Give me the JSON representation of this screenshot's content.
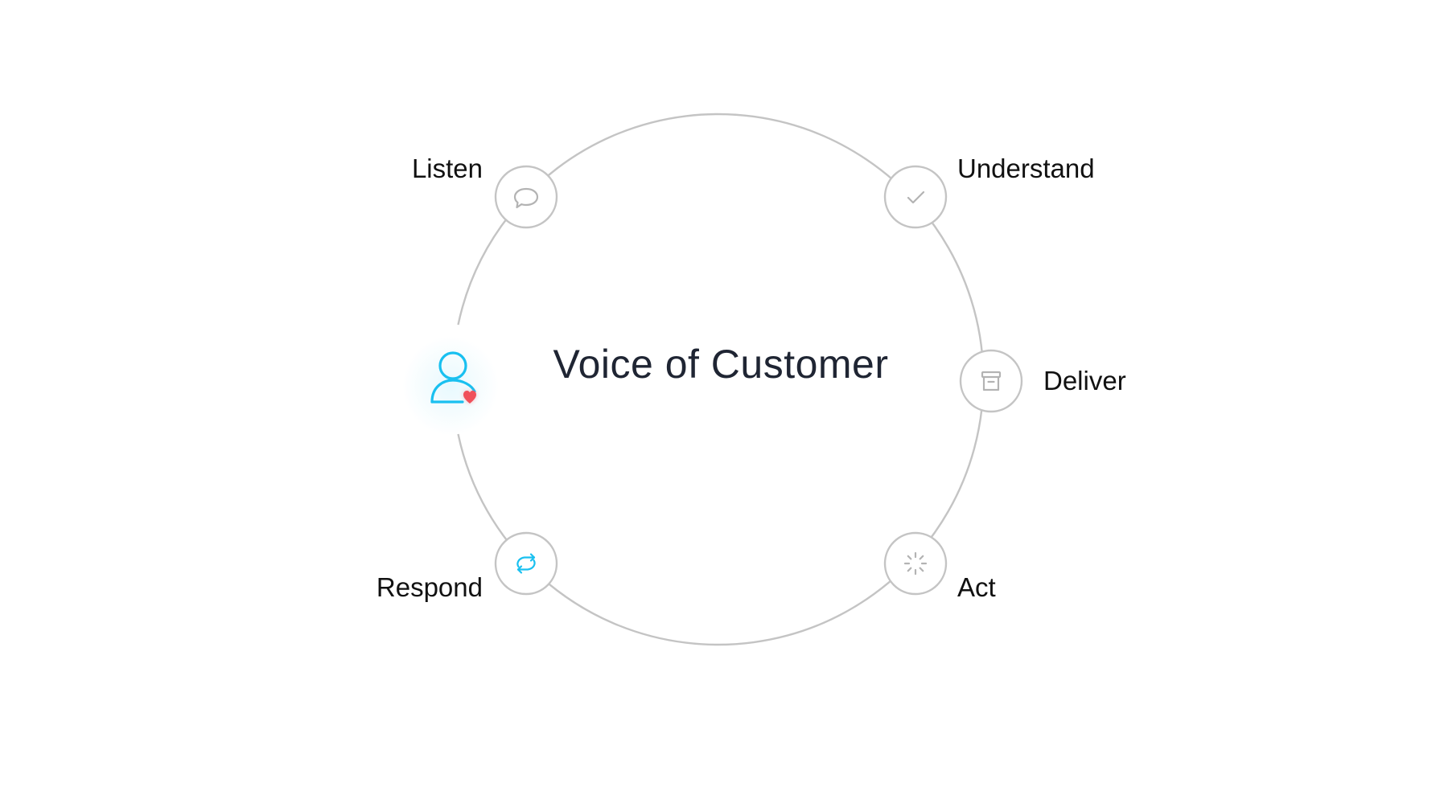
{
  "diagram": {
    "center_title": "Voice of Customer",
    "steps": [
      {
        "label": "Listen",
        "icon": "speech-bubble-icon",
        "state": "inactive"
      },
      {
        "label": "Understand",
        "icon": "checkmark-icon",
        "state": "inactive"
      },
      {
        "label": "Deliver",
        "icon": "archive-box-icon",
        "state": "inactive"
      },
      {
        "label": "Act",
        "icon": "loading-spinner-icon",
        "state": "inactive"
      },
      {
        "label": "Respond",
        "icon": "refresh-cycle-icon",
        "state": "active"
      }
    ],
    "customer_icon": "customer-heart-icon",
    "colors": {
      "ring": "#c4c4c4",
      "inactive_icon": "#b3b3b3",
      "accent": "#19c0f0",
      "heart": "#f0505a",
      "title": "#1f2533"
    }
  }
}
